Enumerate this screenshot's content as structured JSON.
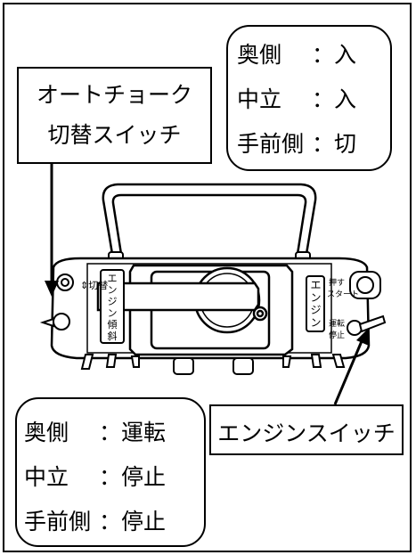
{
  "top_state_box": {
    "rows": [
      {
        "position": "奥側",
        "sep": "：",
        "state": "入"
      },
      {
        "position": "中立",
        "sep": "：",
        "state": "入"
      },
      {
        "position": "手前側",
        "sep": "：",
        "state": "切"
      }
    ]
  },
  "autochoke_label": {
    "line1": "オートチョーク",
    "line2": "切替スイッチ"
  },
  "bottom_state_box": {
    "rows": [
      {
        "position": "奥側",
        "sep": "：",
        "state": "運転"
      },
      {
        "position": "中立",
        "sep": "：",
        "state": "停止"
      },
      {
        "position": "手前側",
        "sep": "：",
        "state": "停止"
      }
    ]
  },
  "engine_switch_label": "エンジンスイッチ",
  "device_labels": {
    "panel_left_vertical": "エンジン傾斜",
    "kirikae": "切替",
    "panel_right_vertical": "エンジン",
    "push": "押す",
    "start": "スタート",
    "run": "運転",
    "stop": "停止"
  }
}
